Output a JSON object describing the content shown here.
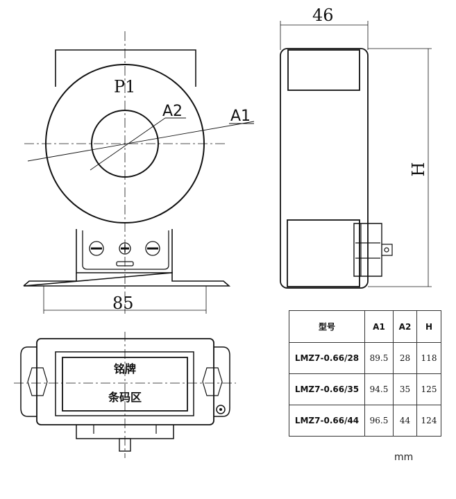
{
  "front_view": {
    "label_p1": "P1",
    "label_a1": "A1",
    "label_a2": "A2",
    "dim_width": "85"
  },
  "side_view": {
    "dim_width": "46",
    "dim_height": "H"
  },
  "top_view": {
    "nameplate_label": "铭牌",
    "barcode_label": "条码区"
  },
  "spec_table": {
    "headers": [
      "型号",
      "A1",
      "A2",
      "H"
    ],
    "rows": [
      [
        "LMZ7-0.66/28",
        "89.5",
        "28",
        "118"
      ],
      [
        "LMZ7-0.66/35",
        "94.5",
        "35",
        "125"
      ],
      [
        "LMZ7-0.66/44",
        "96.5",
        "44",
        "124"
      ]
    ]
  },
  "unit": "mm"
}
